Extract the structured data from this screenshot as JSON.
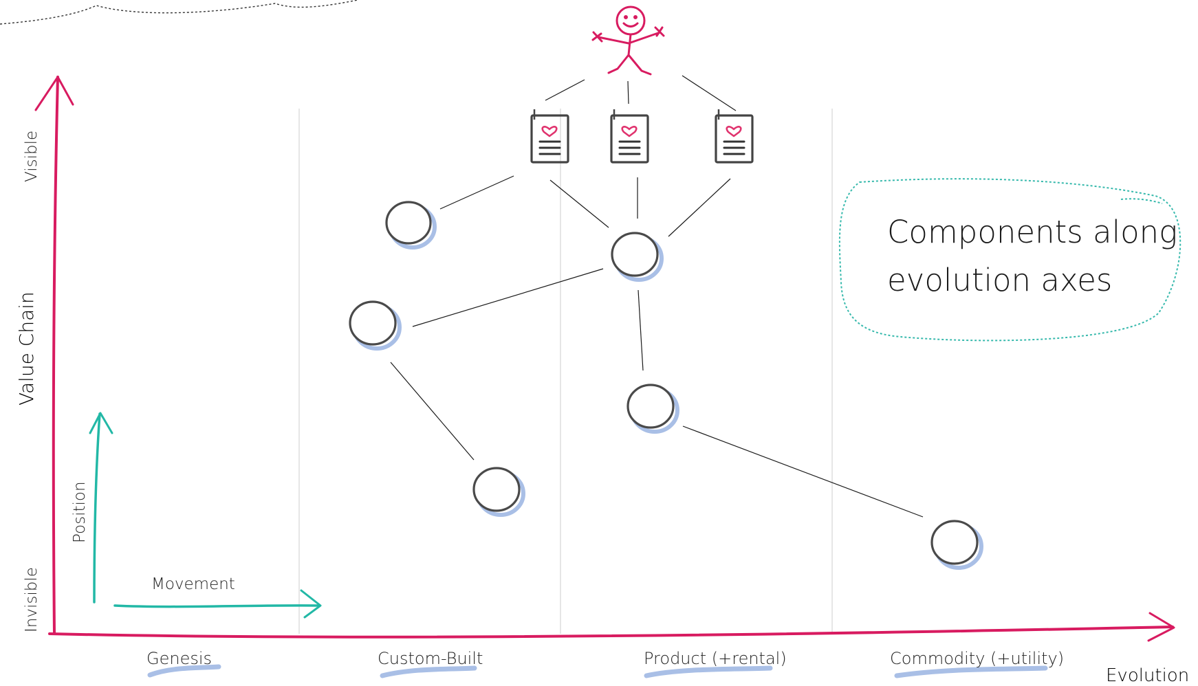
{
  "axes": {
    "x_title": "Evolution",
    "y_title": "Value Chain",
    "y_top": "Visible",
    "y_bottom": "Invisible"
  },
  "stages": [
    "Genesis",
    "Custom-Built",
    "Product (+rental)",
    "Commodity (+utility)"
  ],
  "legend": {
    "position_label": "Position",
    "movement_label": "Movement"
  },
  "callout": {
    "line1": "Components along",
    "line2": "evolution axes"
  },
  "colors": {
    "axis": "#d81b60",
    "user": "#d81b60",
    "heart": "#e0336e",
    "legend_arrow": "#22b8a6",
    "node_outline": "#4a4a4a",
    "node_shadow": "#a9bfe6",
    "underline": "#a9bfe6",
    "divider": "#cccccc",
    "cloud": "#36b9ac"
  },
  "icons": [
    "stick-figure-user-icon",
    "need-document-heart-icon"
  ]
}
